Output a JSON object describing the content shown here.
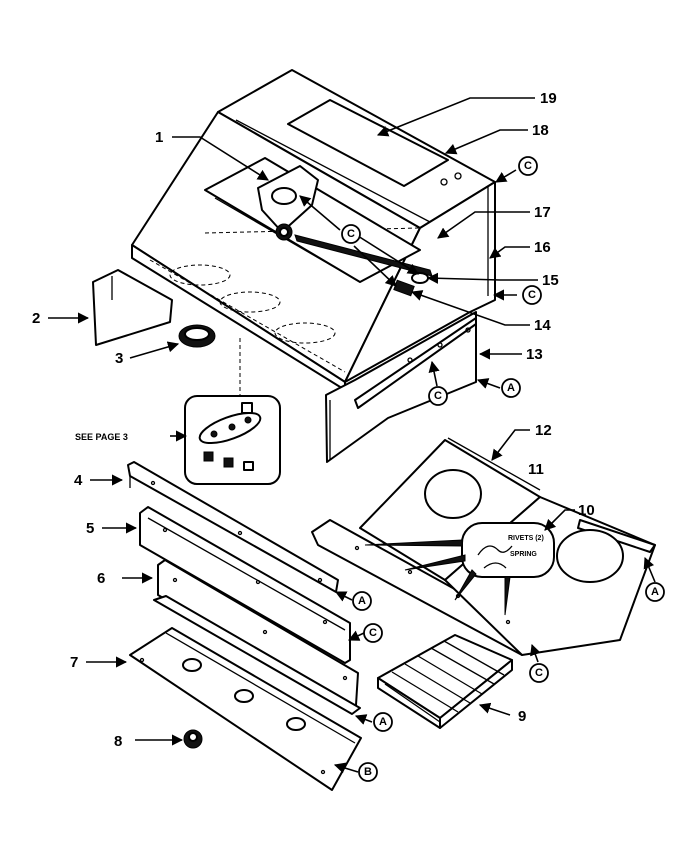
{
  "part_numbers": [
    "1",
    "2",
    "3",
    "4",
    "5",
    "6",
    "7",
    "8",
    "9",
    "10",
    "11",
    "12",
    "13",
    "14",
    "15",
    "16",
    "17",
    "18",
    "19"
  ],
  "reference_letters": {
    "a": "A",
    "b": "B",
    "c": "C"
  },
  "see_page_label": "SEE PAGE 3",
  "inset_labels": {
    "rivets": "RIVETS (2)",
    "spring": "SPRING"
  },
  "colors": {
    "ink": "#000000",
    "paper": "#ffffff"
  }
}
